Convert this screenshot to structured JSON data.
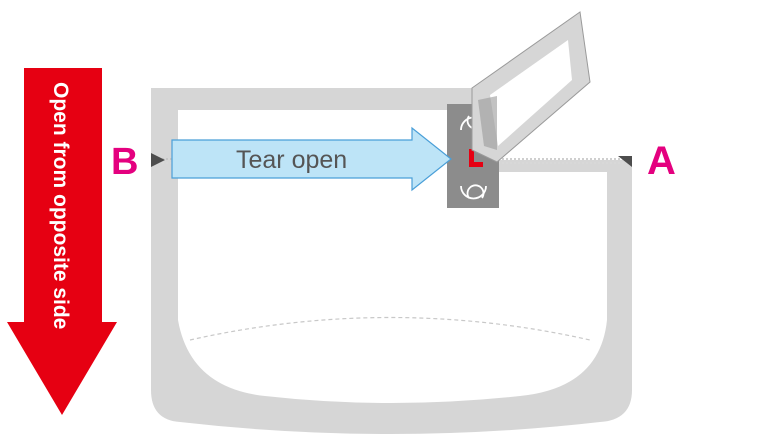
{
  "labels": {
    "side_arrow": "Open from opposite side",
    "tear_arrow": "Tear open",
    "point_a": "A",
    "point_b": "B"
  },
  "colors": {
    "side_arrow_fill": "#e60012",
    "label_letters": "#e4007f",
    "tear_arrow_fill": "#bde4f7",
    "tear_arrow_stroke": "#4a9fd8",
    "pouch_border": "#d6d6d6",
    "tab_grey": "#8c8c8c",
    "notch_red": "#e60012"
  },
  "icons": {
    "notch_marker": "red-notch-mark",
    "edge_markers": "triangle-notch-icon"
  }
}
